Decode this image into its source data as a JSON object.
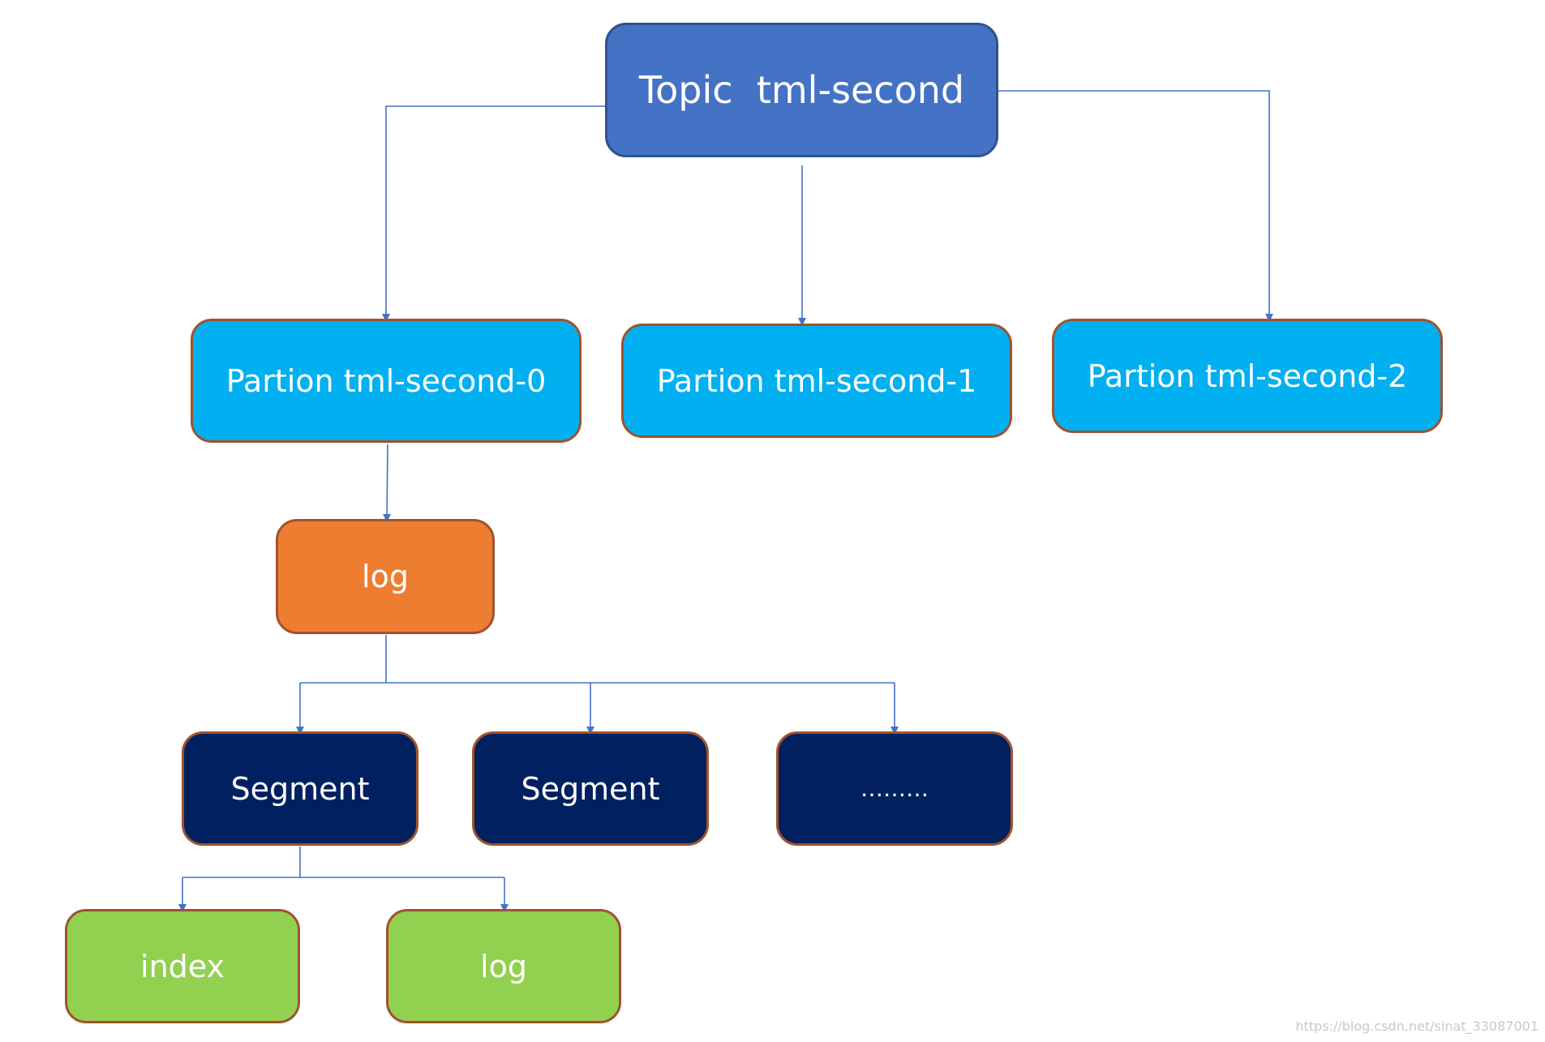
{
  "topic": {
    "label": "Topic  tml-second",
    "color": "#4472c4"
  },
  "partitions": [
    {
      "label": "Partion tml-second-0"
    },
    {
      "label": "Partion tml-second-1"
    },
    {
      "label": "Partion tml-second-2"
    }
  ],
  "log": {
    "label": "log",
    "color": "#ed7d31"
  },
  "segments": [
    {
      "label": "Segment"
    },
    {
      "label": "Segment"
    },
    {
      "label": "………"
    }
  ],
  "files": [
    {
      "label": "index"
    },
    {
      "label": "log"
    }
  ],
  "colors": {
    "partition": "#00b0f0",
    "segment": "#002060",
    "file": "#92d050",
    "connector": "#4472c4",
    "border": "#a0522d"
  },
  "watermark": "https://blog.csdn.net/sinat_33087001"
}
